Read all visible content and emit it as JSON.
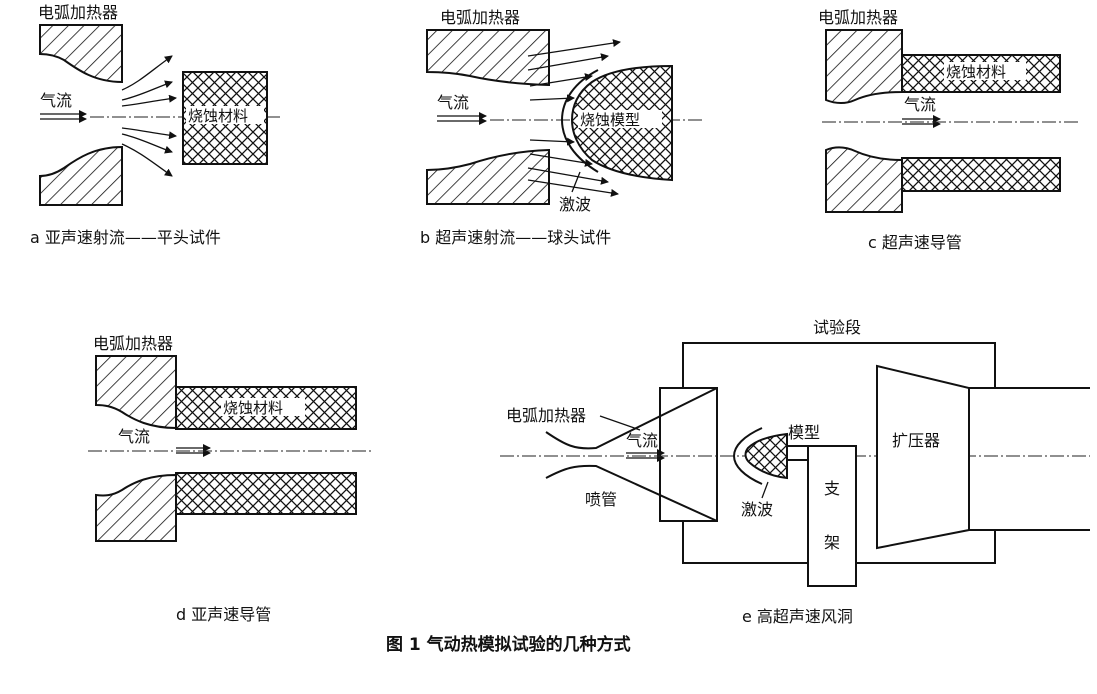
{
  "labels": {
    "arc_heater": "电弧加热器",
    "airflow": "气流",
    "ablation_material": "烧蚀材料",
    "ablation_model": "烧蚀模型",
    "shock_wave": "激波",
    "test_section": "试验段",
    "nozzle": "喷管",
    "model": "模型",
    "support_1": "支",
    "support_2": "架",
    "diffuser": "扩压器"
  },
  "captions": {
    "a": "a  亚声速射流——平头试件",
    "b": "b  超声速射流——球头试件",
    "c": "c  超声速导管",
    "d": "d  亚声速导管",
    "e": "e  高超声速风洞"
  },
  "figure_caption": "图 1    气动热模拟试验的几种方式"
}
